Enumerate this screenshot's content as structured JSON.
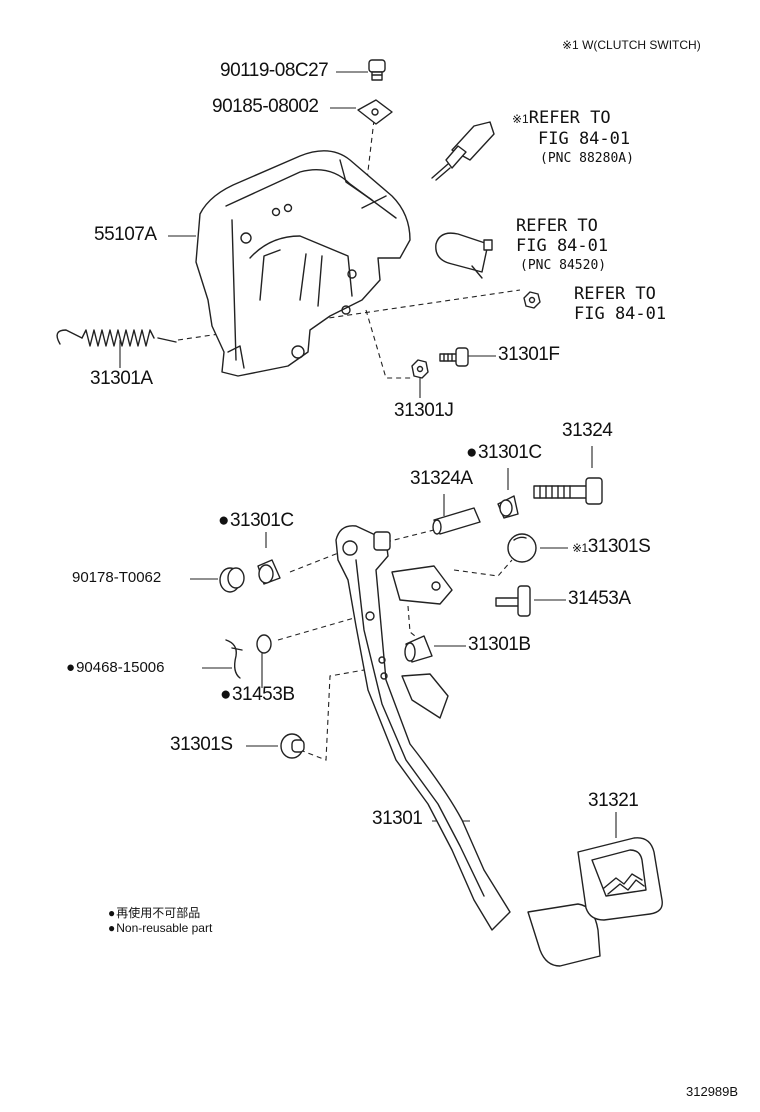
{
  "header_note": "※1 W(CLUTCH SWITCH)",
  "figure_id": "312989B",
  "parts": {
    "p90119": "90119-08C27",
    "p90185": "90185-08002",
    "p55107A": "55107A",
    "p31301A": "31301A",
    "p31301F": "31301F",
    "p31301J": "31301J",
    "p31324": "31324",
    "p31301C_top": "31301C",
    "p31324A": "31324A",
    "p31301C_left": "31301C",
    "p90178": "90178-T0062",
    "p31301S_ball": "31301S",
    "p31453A": "31453A",
    "p31301B": "31301B",
    "p90468": "90468-15006",
    "p31453B": "31453B",
    "p31301S_stop": "31301S",
    "p31301": "31301",
    "p31321": "31321"
  },
  "marks": {
    "ref_mark": "※1",
    "ball_mark": "※1"
  },
  "references": {
    "ref1": {
      "line1": "REFER TO",
      "line2": "FIG 84-01",
      "pnc": "(PNC 88280A)"
    },
    "ref2": {
      "line1": "REFER TO",
      "line2": "FIG 84-01",
      "pnc": "(PNC 84520)"
    },
    "ref3": {
      "line1": "REFER TO",
      "line2": "FIG 84-01"
    }
  },
  "legend": {
    "line1": "再使用不可部品",
    "line2": "Non-reusable part"
  }
}
